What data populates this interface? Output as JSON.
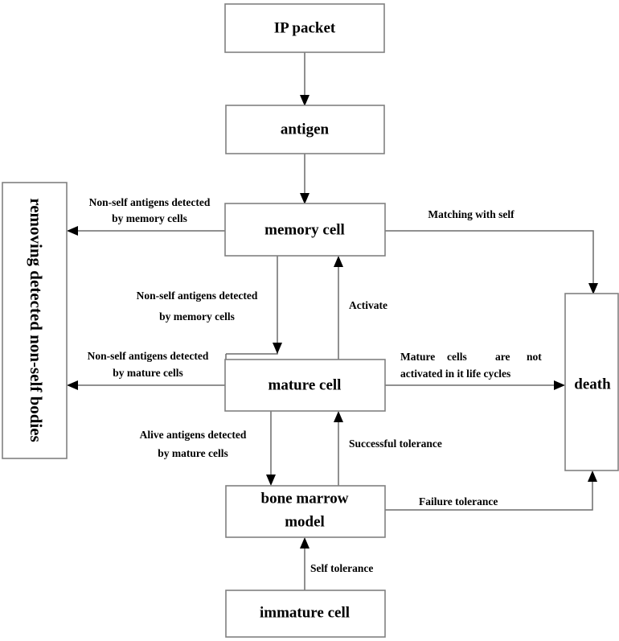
{
  "diagram": {
    "title": "Artificial immune system intrusion detection flow",
    "colors": {
      "box_stroke": "#808080",
      "edge_stroke": "#6b6b6b",
      "text": "#000000",
      "background": "#ffffff"
    },
    "nodes": [
      {
        "id": "ip-packet",
        "label": "IP packet"
      },
      {
        "id": "antigen",
        "label": "antigen"
      },
      {
        "id": "memory-cell",
        "label": "memory cell"
      },
      {
        "id": "mature-cell",
        "label": "mature cell"
      },
      {
        "id": "bone-marrow-line1",
        "label": "bone marrow"
      },
      {
        "id": "bone-marrow-line2",
        "label": "model"
      },
      {
        "id": "immature-cell",
        "label": "immature cell"
      },
      {
        "id": "death",
        "label": "death"
      },
      {
        "id": "removing",
        "label": "removing detected non-self bodies"
      }
    ],
    "edge_labels": {
      "memory_to_removing_line1": "Non-self antigens detected",
      "memory_to_removing_line2": "by memory cells",
      "memory_to_mature_line1": "Non-self antigens detected",
      "memory_to_mature_line2": "by memory cells",
      "mature_to_removing_line1": "Non-self antigens detected",
      "mature_to_removing_line2": "by mature cells",
      "mature_to_bone_line1": "Alive antigens detected",
      "mature_to_bone_line2": "by mature cells",
      "memory_to_death": "Matching with self",
      "mature_to_death_line1_w1": "Mature",
      "mature_to_death_line1_w2": "cells",
      "mature_to_death_line1_w3": "are",
      "mature_to_death_line1_w4": "not",
      "mature_to_death_line2": "activated in it life cycles",
      "bone_to_mature": "Successful tolerance",
      "bone_to_death": "Failure tolerance",
      "immature_to_bone": "Self tolerance",
      "mature_activate": "Activate"
    }
  }
}
